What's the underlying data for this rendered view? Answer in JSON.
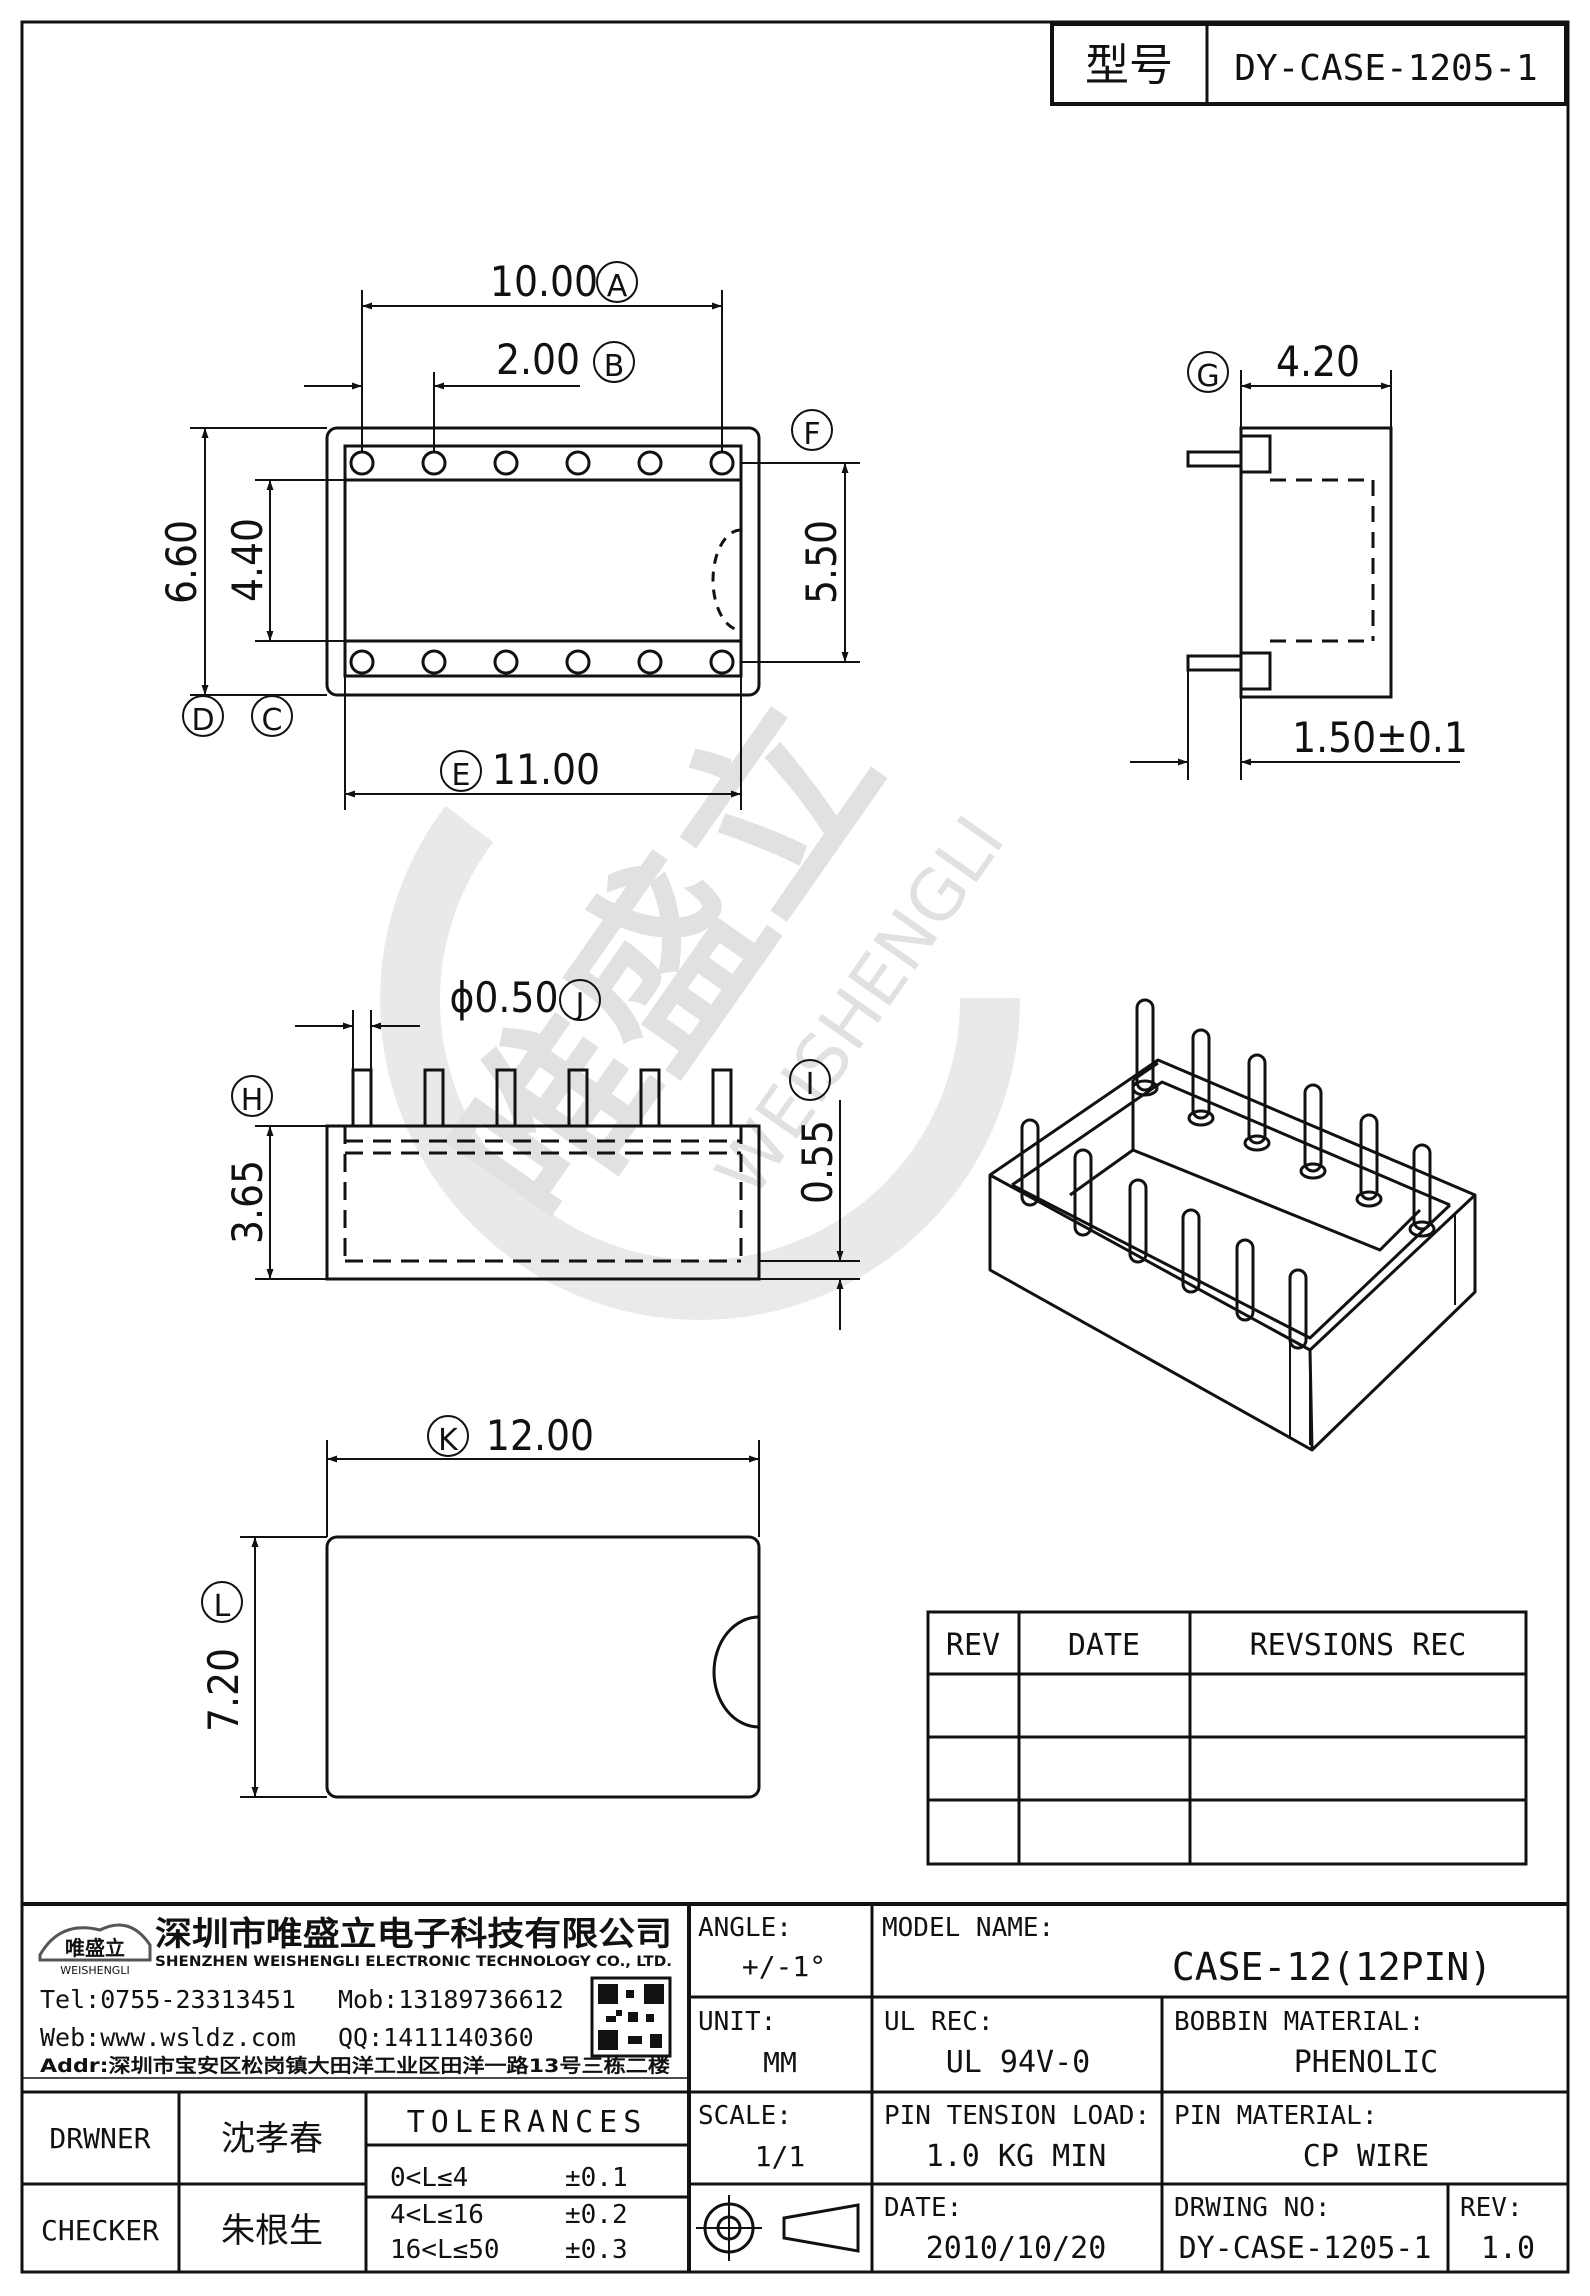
{
  "header": {
    "model_label": "型号",
    "model_value": "DY-CASE-1205-1"
  },
  "dimensions": {
    "a": {
      "value": "10.00",
      "tag": "A"
    },
    "b": {
      "value": "2.00",
      "tag": "B"
    },
    "f_tag": "F",
    "h660": "6.60",
    "h440": "4.40",
    "h550": "5.50",
    "d_tag": "D",
    "c_tag": "C",
    "e": {
      "tag": "E",
      "value": "11.00"
    },
    "g": {
      "tag": "G",
      "value": "4.20"
    },
    "side_thk": "1.50±0.1",
    "j": {
      "value": "ϕ0.50",
      "tag": "J"
    },
    "h_tag": "H",
    "h365": "3.65",
    "i_tag": "I",
    "h055": "0.55",
    "k": {
      "tag": "K",
      "value": "12.00"
    },
    "l": {
      "tag": "L",
      "value": "7.20"
    }
  },
  "watermark": {
    "cn": "唯盛立",
    "en": "WEISHENGLI"
  },
  "revision_table": {
    "headers": [
      "REV",
      "DATE",
      "REVSIONS REC"
    ],
    "rows": [
      [
        "",
        "",
        ""
      ],
      [
        "",
        "",
        ""
      ],
      [
        "",
        "",
        ""
      ]
    ]
  },
  "company": {
    "logo_cn": "唯盛立",
    "logo_en": "WEISHENGLI",
    "name_cn": "深圳市唯盛立电子科技有限公司",
    "name_en": "SHENZHEN WEISHENGLI ELECTRONIC TECHNOLOGY CO., LTD.",
    "tel": "Tel:0755-23313451",
    "mob": "Mob:13189736612",
    "web": "Web:www.wsldz.com",
    "qq": "QQ:1411140360",
    "addr": "Addr:深圳市宝安区松岗镇大田洋工业区田洋一路13号三栋二楼"
  },
  "title_block": {
    "angle_label": "ANGLE:",
    "angle_value": "+/-1°",
    "model_name_label": "MODEL NAME:",
    "model_name_value": "CASE-12(12PIN)",
    "unit_label": "UNIT:",
    "unit_value": "MM",
    "ul_label": "UL REC:",
    "ul_value": "UL 94V-0",
    "bobbin_label": "BOBBIN MATERIAL:",
    "bobbin_value": "PHENOLIC",
    "drawer_label": "DRWNER",
    "drawer_value": "沈孝春",
    "tol_title": "TOLERANCES",
    "tolerances": [
      {
        "range": "0<L≤4",
        "value": "±0.1"
      },
      {
        "range": "4<L≤16",
        "value": "±0.2"
      },
      {
        "range": "16<L≤50",
        "value": "±0.3"
      }
    ],
    "scale_label": "SCALE:",
    "scale_value": "1/1",
    "tension_label": "PIN TENSION LOAD:",
    "tension_value": "1.0 KG MIN",
    "pinmat_label": "PIN MATERIAL:",
    "pinmat_value": "CP WIRE",
    "checker_label": "CHECKER",
    "checker_value": "朱根生",
    "date_label": "DATE:",
    "date_value": "2010/10/20",
    "dwg_label": "DRWING NO:",
    "dwg_value": "DY-CASE-1205-1",
    "rev_label": "REV:",
    "rev_value": "1.0"
  }
}
